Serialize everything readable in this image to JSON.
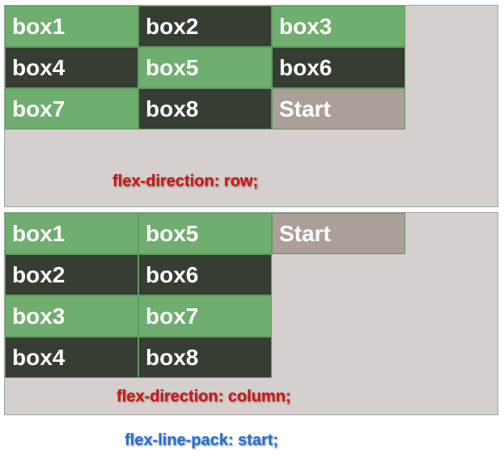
{
  "panels": [
    {
      "id": "row",
      "caption": "flex-direction: row;",
      "items": [
        {
          "label": "box1",
          "style": "light"
        },
        {
          "label": "box2",
          "style": "dark"
        },
        {
          "label": "box3",
          "style": "light"
        },
        {
          "label": "box4",
          "style": "dark"
        },
        {
          "label": "box5",
          "style": "light"
        },
        {
          "label": "box6",
          "style": "dark"
        },
        {
          "label": "box7",
          "style": "light"
        },
        {
          "label": "box8",
          "style": "dark"
        },
        {
          "label": "Start",
          "style": "start"
        }
      ]
    },
    {
      "id": "column",
      "caption": "flex-direction: column;",
      "items": [
        {
          "label": "box1",
          "style": "light"
        },
        {
          "label": "box5",
          "style": "light"
        },
        {
          "label": "Start",
          "style": "start"
        },
        {
          "label": "box2",
          "style": "dark"
        },
        {
          "label": "box6",
          "style": "dark"
        },
        {
          "label": "box3",
          "style": "light"
        },
        {
          "label": "box7",
          "style": "light"
        },
        {
          "label": "box4",
          "style": "dark"
        },
        {
          "label": "box8",
          "style": "dark"
        }
      ]
    }
  ],
  "footer": {
    "label": "flex-line-pack: start;"
  },
  "colors": {
    "light_box": "#6fae6f",
    "dark_box": "#363d33",
    "start_box": "#ab9f99",
    "panel_bg": "#d5cfcd",
    "caption_red": "#d41111",
    "caption_blue": "#1e6fd6"
  }
}
